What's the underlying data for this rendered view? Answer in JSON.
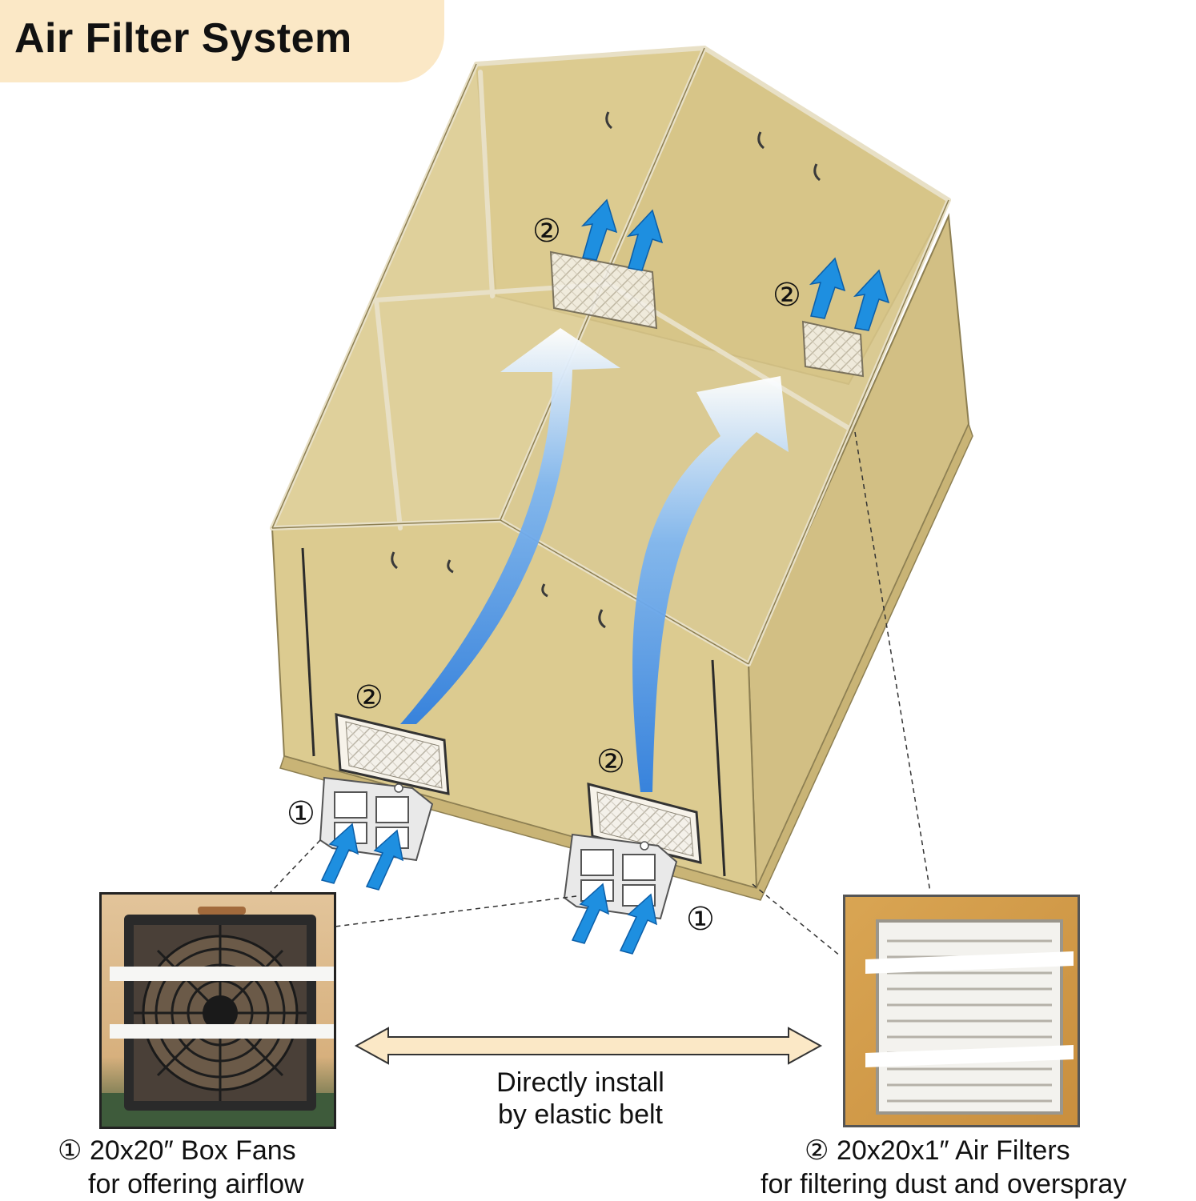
{
  "title": "Air Filter System",
  "markers": {
    "fan": "①",
    "filter": "②"
  },
  "install_note": {
    "line1": "Directly install",
    "line2": "by elastic belt"
  },
  "fan_caption": {
    "marker": "①",
    "line1": "20x20″ Box Fans",
    "line2": "for offering airflow"
  },
  "filter_caption": {
    "marker": "②",
    "line1": "20x20x1″ Air Filters",
    "line2": "for filtering dust and overspray"
  },
  "colors": {
    "tent": "#d8c68d",
    "frame": "#b8a86d",
    "arrow": "#1e8fe0",
    "badge": "#fbe8c6",
    "install_arrow": "#fbe8c6"
  }
}
